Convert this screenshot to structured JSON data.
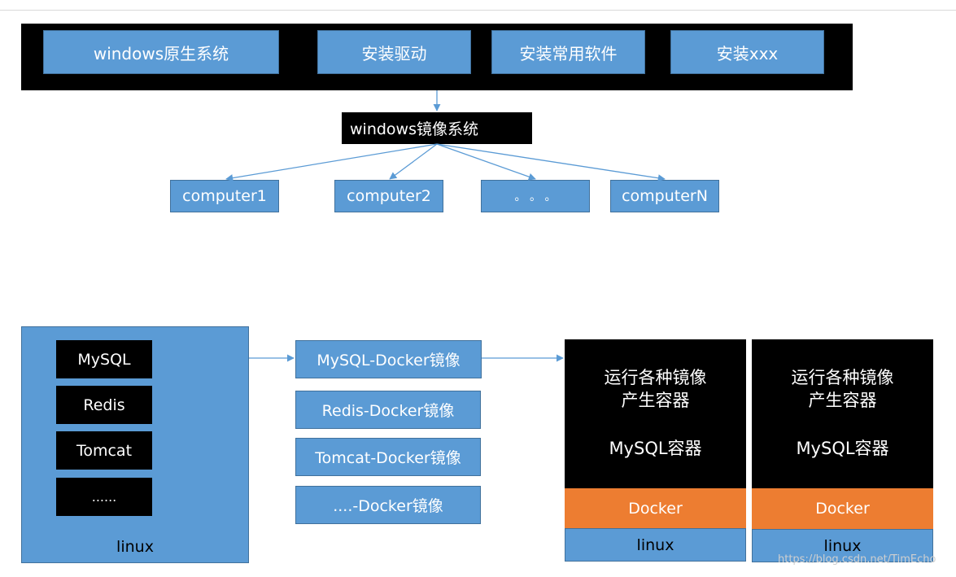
{
  "top": {
    "boxes": [
      "windows原生系统",
      "安装驱动",
      "安装常用软件",
      "安装xxx"
    ],
    "image_label": "windows镜像系统",
    "computers": [
      "computer1",
      "computer2",
      "。 。 。",
      "computerN"
    ]
  },
  "bottom": {
    "linux_host": {
      "apps": [
        "MySQL",
        "Redis",
        "Tomcat",
        "......"
      ],
      "os_label": "linux"
    },
    "images": [
      "MySQL-Docker镜像",
      "Redis-Docker镜像",
      "Tomcat-Docker镜像",
      "....-Docker镜像"
    ],
    "hosts": [
      {
        "desc": "运行各种镜像\n产生容器",
        "container": "MySQL容器",
        "engine": "Docker",
        "os": "linux"
      },
      {
        "desc": "运行各种镜像\n产生容器",
        "container": "MySQL容器",
        "engine": "Docker",
        "os": "linux"
      }
    ]
  },
  "watermark": "https://blog.csdn.net/TimEcho",
  "colors": {
    "box_blue": "#5b9bd5",
    "box_border": "#41719c",
    "docker_orange": "#ed7d31",
    "black": "#000000",
    "arrow": "#5b9bd5"
  }
}
